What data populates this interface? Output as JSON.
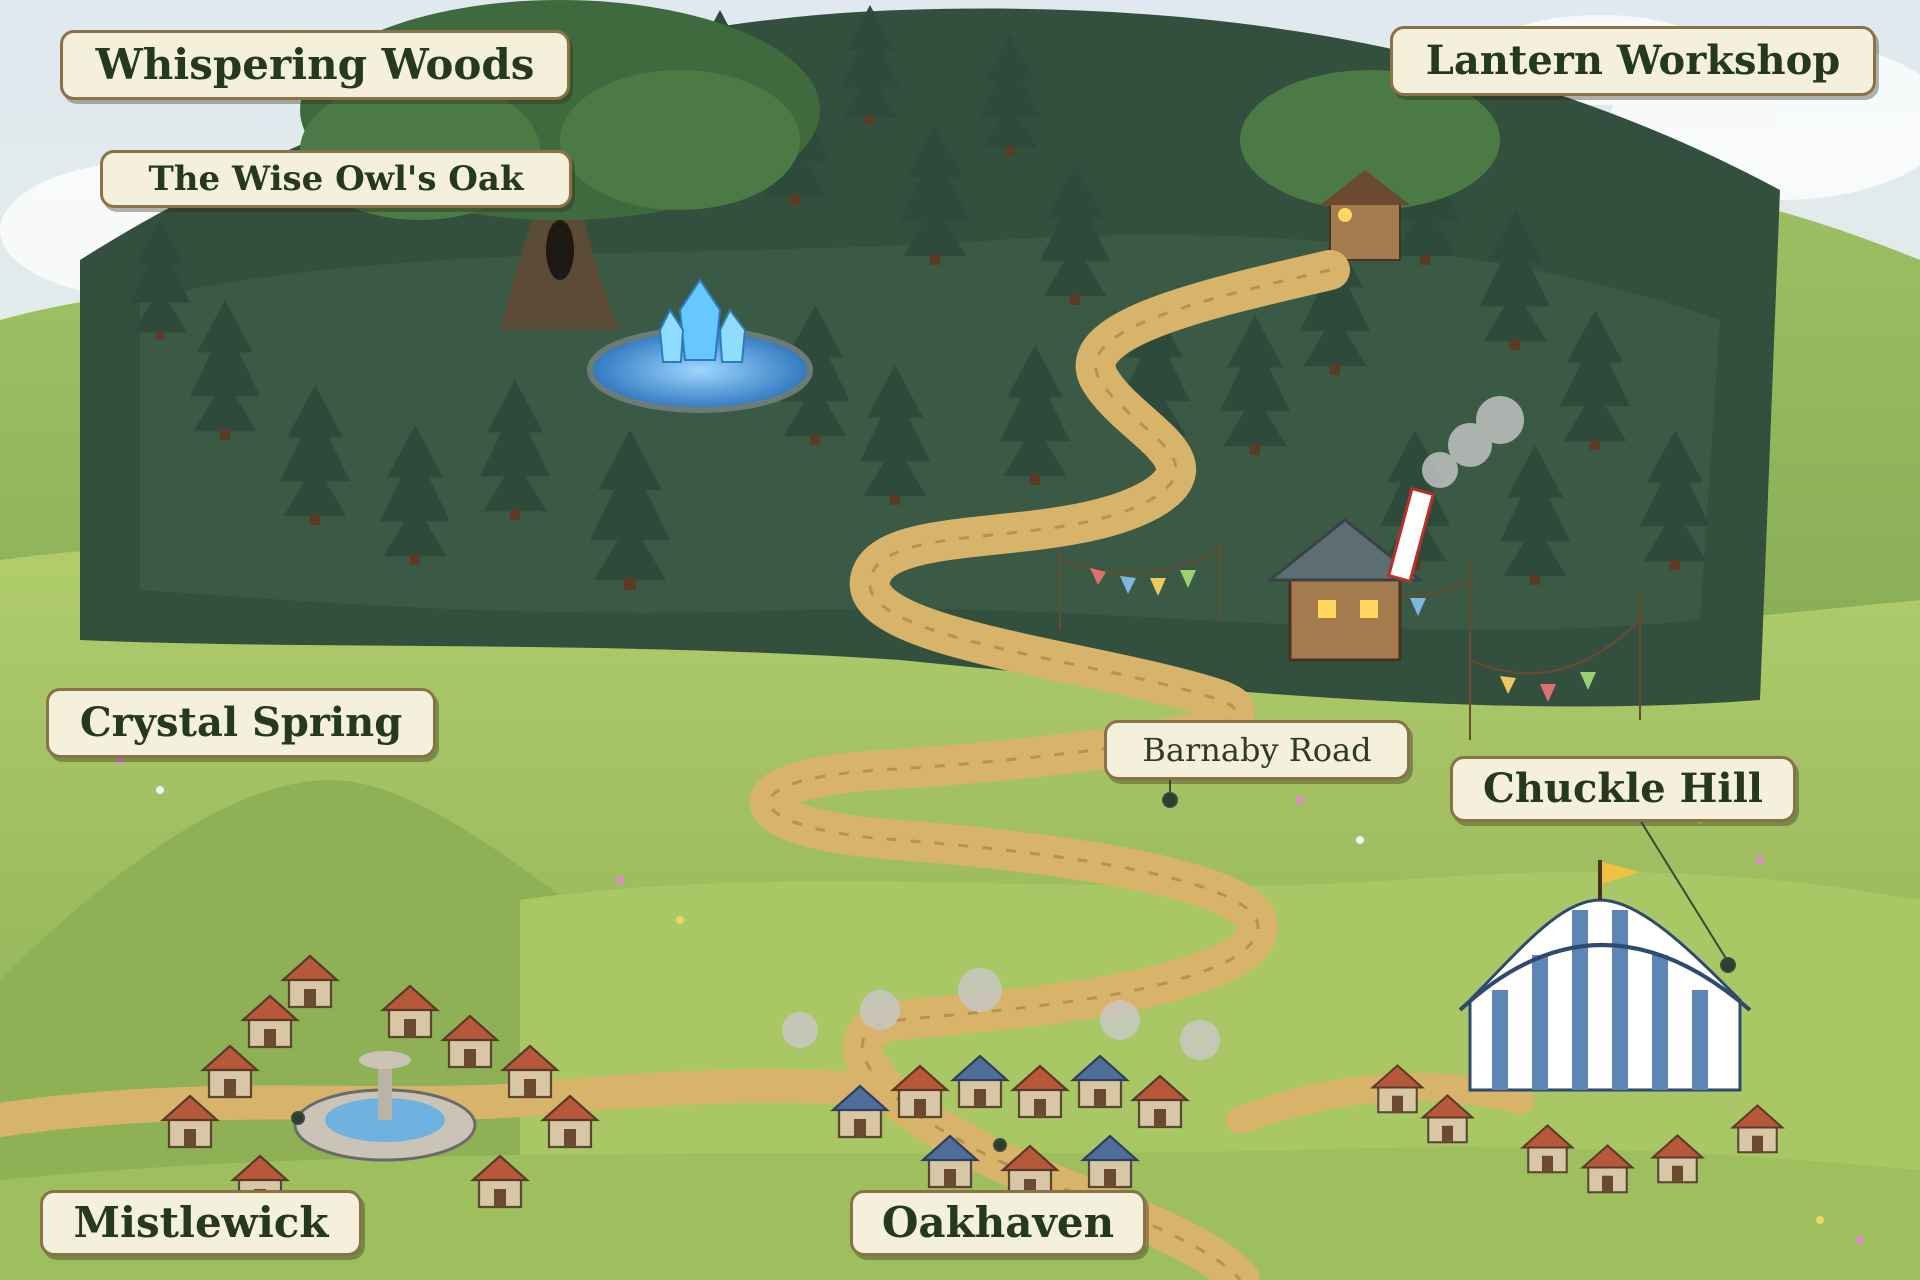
{
  "map": {
    "labels": {
      "whispering_woods": "Whispering Woods",
      "wise_owls_oak": "The Wise Owl's Oak",
      "lantern_workshop": "Lantern Workshop",
      "crystal_spring": "Crystal Spring",
      "barnaby_road": "Barnaby Road",
      "chuckle_hill": "Chuckle Hill",
      "mistlewick": "Mistlewick",
      "oakhaven": "Oakhaven"
    },
    "colors": {
      "forest": "#2f4a3a",
      "meadow": "#8fb35a",
      "road": "#d8b36a",
      "water": "#3f8fd0",
      "label_fill": "#f5f0dc",
      "label_border": "#8a7246"
    },
    "icons": [
      "fir-tree-icon",
      "oak-tree-icon",
      "crystal-icon",
      "cottage-icon",
      "circus-tent-icon",
      "fountain-icon",
      "bunting-icon"
    ]
  }
}
